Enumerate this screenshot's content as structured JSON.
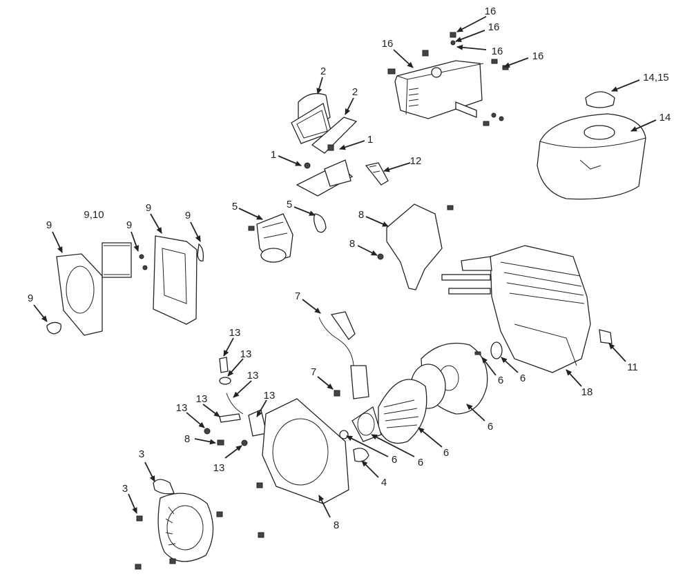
{
  "diagram": {
    "labels": [
      "16",
      "16",
      "16",
      "16",
      "16",
      "14,15",
      "14",
      "2",
      "2",
      "1",
      "1",
      "12",
      "5",
      "5",
      "8",
      "8",
      "9",
      "9,10",
      "9",
      "9",
      "9",
      "9",
      "7",
      "7",
      "13",
      "13",
      "13",
      "13",
      "13",
      "13",
      "13",
      "8",
      "3",
      "3",
      "4",
      "6",
      "6",
      "6",
      "6",
      "6",
      "6",
      "11",
      "18",
      "8"
    ]
  },
  "colors": {
    "line": "#222222",
    "background": "#ffffff"
  }
}
